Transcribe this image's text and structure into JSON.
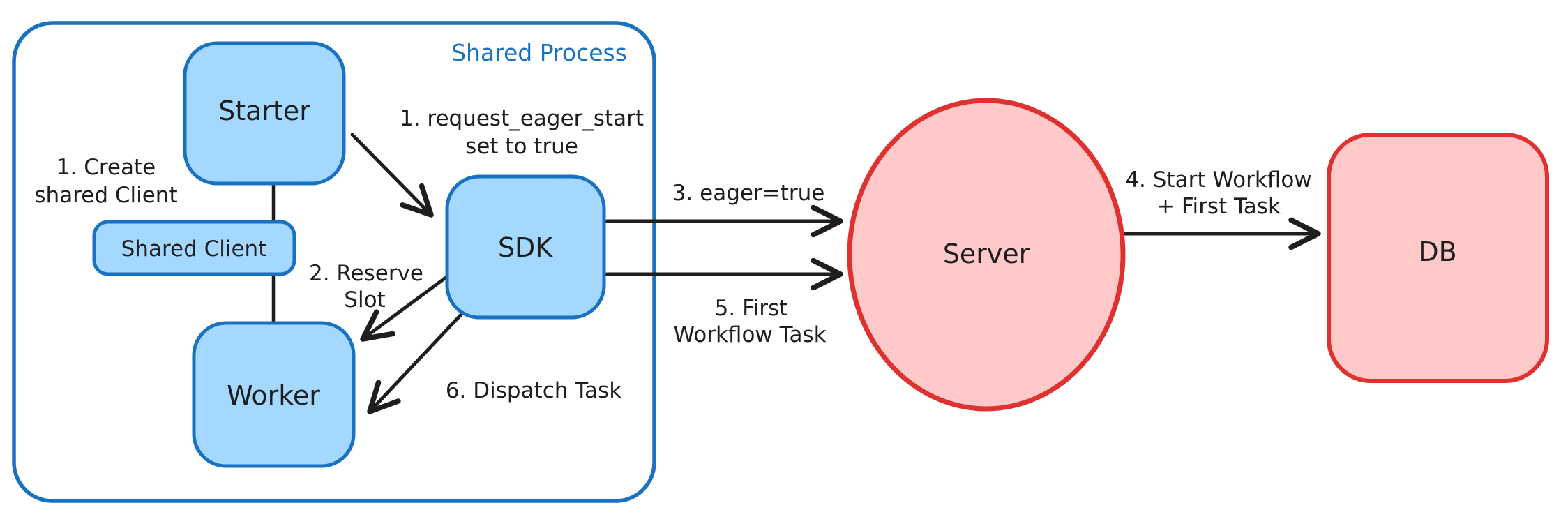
{
  "diagram": {
    "container_title": "Shared Process",
    "colors": {
      "blue_stroke": "#1971c2",
      "blue_fill": "#a5d8ff",
      "red_stroke": "#e03131",
      "red_fill": "#ffc9c9",
      "text": "#1e1e1e",
      "background": "#ffffff"
    },
    "nodes": {
      "starter": {
        "label": "Starter"
      },
      "shared_client": {
        "label": "Shared Client"
      },
      "worker": {
        "label": "Worker"
      },
      "sdk": {
        "label": "SDK"
      },
      "server": {
        "label": "Server"
      },
      "db": {
        "label": "DB"
      }
    },
    "annotations": {
      "create_shared_client": {
        "line1": "1. Create",
        "line2": "shared Client"
      },
      "request_eager_start": {
        "line1": "1. request_eager_start",
        "line2": "set to true"
      },
      "reserve_slot": {
        "line1": "2. Reserve",
        "line2": "Slot"
      },
      "eager_true": {
        "text": "3. eager=true"
      },
      "start_workflow": {
        "line1": "4. Start Workflow",
        "line2": "+ First Task"
      },
      "first_workflow_task": {
        "line1": "5. First",
        "line2": "Workflow Task"
      },
      "dispatch_task": {
        "text": "6. Dispatch Task"
      }
    }
  }
}
